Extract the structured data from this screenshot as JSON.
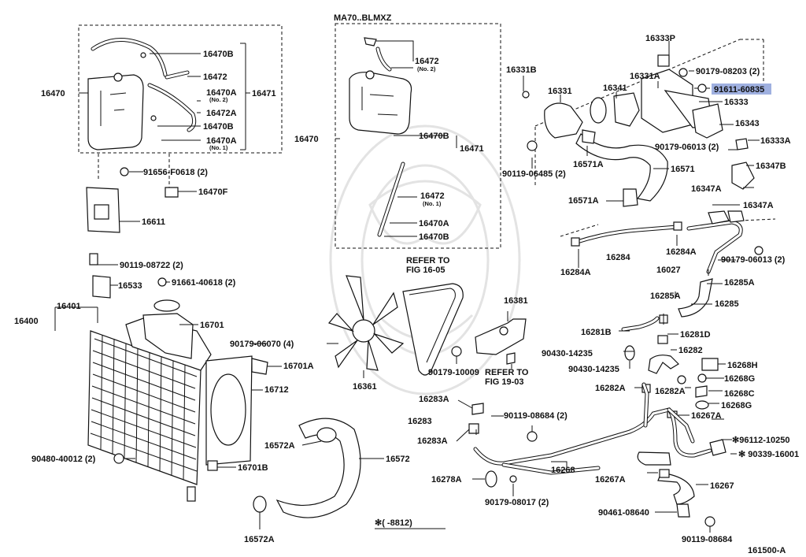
{
  "diagram": {
    "variant_label": "MA70..BLMXZ",
    "figure_number": "161500-A",
    "footnote": "✻(   -8812)",
    "highlight_color": "#9fb0e0",
    "parts": {
      "p16470B_a": "16470B",
      "p16472_a": "16472",
      "p16470A_no2": "16470A",
      "no2_a": "(No. 2)",
      "p16471_a": "16471",
      "p16472A": "16472A",
      "p16470B_b": "16470B",
      "p16470A_no1": "16470A",
      "no1_a": "(No. 1)",
      "p16470_a": "16470",
      "p91656": "91656-F0618 (2)",
      "p16470F": "16470F",
      "p16611": "16611",
      "p16472_b": "16472",
      "no2_b": "(No. 2)",
      "p16470B_c": "16470B",
      "p16471_b": "16471",
      "p16470_b": "16470",
      "p16472_c": "16472",
      "no1_b": "(No. 1)",
      "p16470A_b": "16470A",
      "p16470B_d": "16470B",
      "p90119_08722": "90119-08722 (2)",
      "p16533": "16533",
      "p91661": "91661-40618 (2)",
      "p16401": "16401",
      "p16400": "16400",
      "p16701": "16701",
      "p90179_06070": "90179-06070 (4)",
      "p16701A": "16701A",
      "p16712": "16712",
      "p90480": "90480-40012 (2)",
      "p16701B": "16701B",
      "p16572A_a": "16572A",
      "p16572": "16572",
      "p16572A_b": "16572A",
      "refer1_a": "REFER TO",
      "refer1_b": "FIG 16-05",
      "p16361": "16361",
      "p16381": "16381",
      "p90179_10009": "90179-10009",
      "refer2_a": "REFER TO",
      "refer2_b": "FIG 19-03",
      "p16333P": "16333P",
      "p90179_08203": "90179-08203 (2)",
      "p91611": "91611-60835",
      "p16331B": "16331B",
      "p16331": "16331",
      "p16341": "16341",
      "p16331A": "16331A",
      "p16333": "16333",
      "p16343": "16343",
      "p90179_06013_a": "90179-06013 (2)",
      "p16333A": "16333A",
      "p16571A_a": "16571A",
      "p90119_06485": "90119-06485 (2)",
      "p16571": "16571",
      "p16347B": "16347B",
      "p16347A_a": "16347A",
      "p16571A_b": "16571A",
      "p16347A_b": "16347A",
      "p16284": "16284",
      "p16284A_a": "16284A",
      "p16284A_b": "16284A",
      "p90179_06013_b": "90179-06013 (2)",
      "p16027": "16027",
      "p16285A_a": "16285A",
      "p16285A_b": "16285A",
      "p16285": "16285",
      "p16281B": "16281B",
      "p16281D": "16281D",
      "p90430_a": "90430-14235",
      "p16282": "16282",
      "p90430_b": "90430-14235",
      "p16268H": "16268H",
      "p16268G_a": "16268G",
      "p16282A_a": "16282A",
      "p16282A_b": "16282A",
      "p16268C": "16268C",
      "p16268G_b": "16268G",
      "p16283A_a": "16283A",
      "p90119_08684_a": "90119-08684 (2)",
      "p16267A_a": "16267A",
      "p16283": "16283",
      "p16283A_b": "16283A",
      "p96112": "✻96112-10250",
      "p90339": "✻ 90339-16001",
      "p16268": "16268",
      "p16278A": "16278A",
      "p16267A_b": "16267A",
      "p16267": "16267",
      "p90179_08017": "90179-08017 (2)",
      "p90461": "90461-08640",
      "p90119_08684_b": "90119-08684"
    }
  }
}
